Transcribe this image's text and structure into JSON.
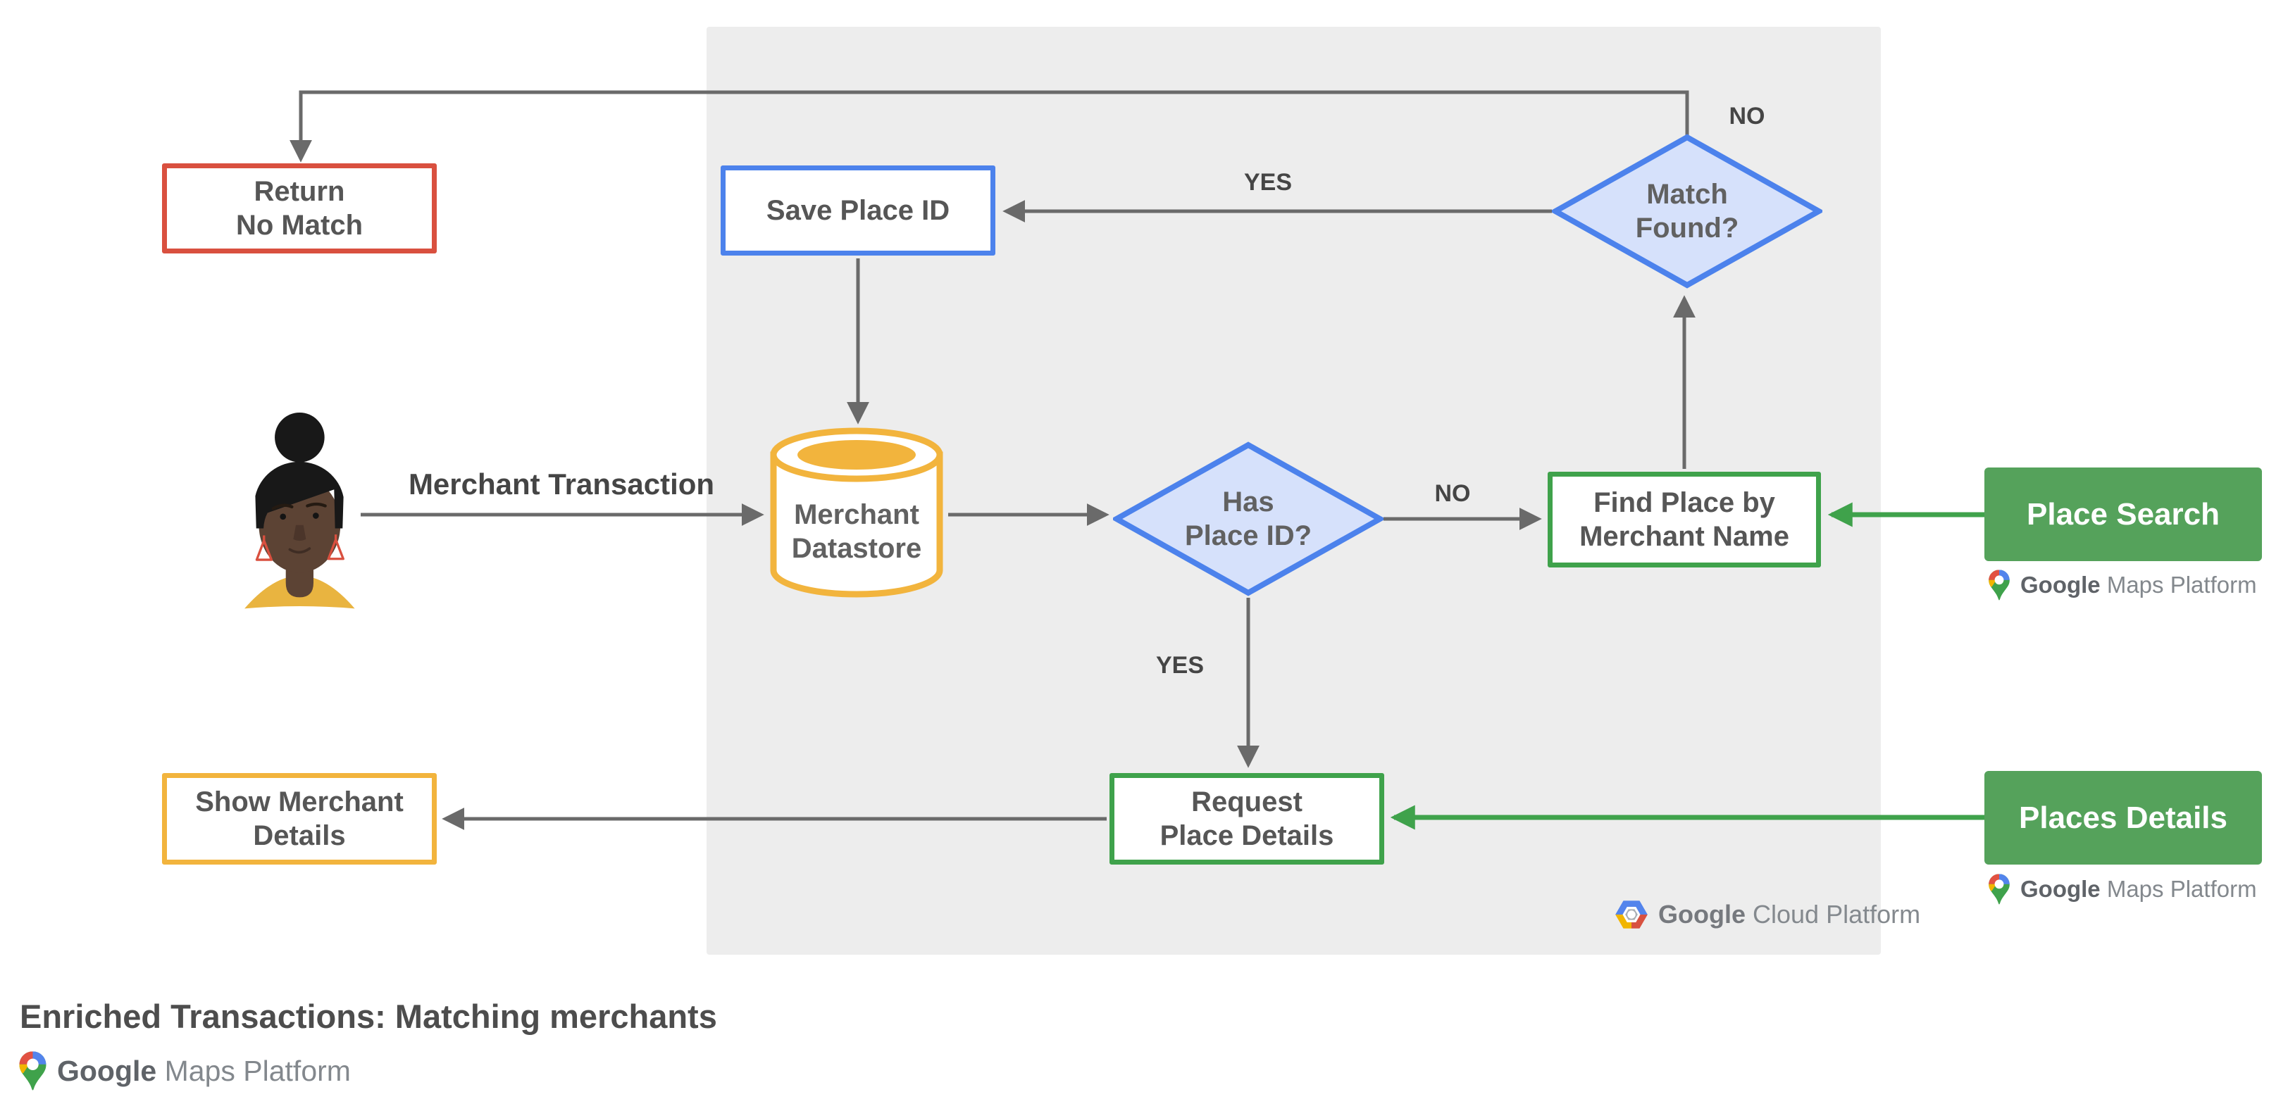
{
  "colors": {
    "panel_bg": "#EDEDED",
    "arrow_gray": "#6A6A6A",
    "red": "#D9503F",
    "blue_border": "#4C82EC",
    "blue_fill": "#D6E1FB",
    "green_border": "#3FA24B",
    "green_button": "#55A25B",
    "yellow": "#F2B43D",
    "node_text": "#565656"
  },
  "flowchart": {
    "nodes": {
      "return_no_match": "Return\nNo Match",
      "save_place_id": "Save Place ID",
      "match_found": "Match\nFound?",
      "merchant_datastore": "Merchant\nDatastore",
      "has_place_id": "Has\nPlace ID?",
      "find_place_by_merchant_name": "Find Place by\nMerchant Name",
      "request_place_details": "Request\nPlace Details",
      "show_merchant_details": "Show Merchant\nDetails"
    },
    "api_buttons": {
      "place_search": "Place Search",
      "places_details": "Places Details"
    },
    "edge_labels": {
      "no_top": "NO",
      "yes_top": "YES",
      "no_mid": "NO",
      "yes_mid": "YES",
      "merchant_transaction": "Merchant Transaction"
    }
  },
  "logos": {
    "google_maps_platform": {
      "google": "Google",
      "product": "Maps Platform"
    },
    "google_cloud_platform": {
      "google": "Google",
      "product": "Cloud Platform"
    }
  },
  "footer": {
    "title": "Enriched Transactions: Matching merchants"
  }
}
